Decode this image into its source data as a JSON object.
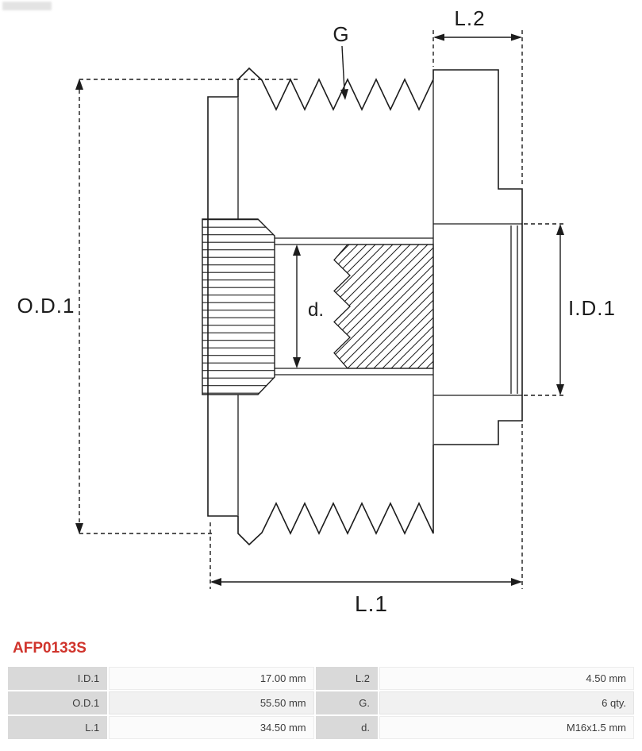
{
  "drawing": {
    "labels": {
      "g": "G",
      "l2": "L.2",
      "od1": "O.D.1",
      "id1": "I.D.1",
      "d": "d.",
      "l1": "L.1"
    },
    "line_color": "#1c1c1c"
  },
  "product_code": "AFP0133S",
  "product_code_color": "#d0342c",
  "spec_table": {
    "rows": [
      {
        "k1": "I.D.1",
        "v1": "17.00 mm",
        "k2": "L.2",
        "v2": "4.50 mm"
      },
      {
        "k1": "O.D.1",
        "v1": "55.50 mm",
        "k2": "G.",
        "v2": "6 qty."
      },
      {
        "k1": "L.1",
        "v1": "34.50 mm",
        "k2": "d.",
        "v2": "M16x1.5 mm"
      }
    ]
  }
}
